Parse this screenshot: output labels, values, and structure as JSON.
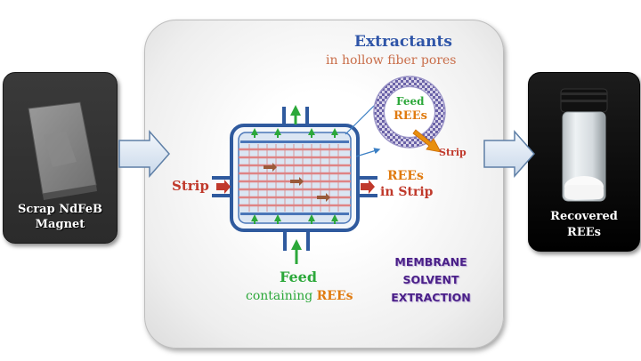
{
  "left_photo": {
    "caption_line1": "Scrap NdFeB",
    "caption_line2": "Magnet"
  },
  "right_photo": {
    "caption_line1": "Recovered",
    "caption_line2": "REEs"
  },
  "extractants": {
    "title": "Extractants",
    "subtitle": "in hollow fiber pores"
  },
  "fiber_cross_section": {
    "feed": "Feed",
    "rees": "REEs",
    "strip": "Strip"
  },
  "module": {
    "strip_in": "Strip",
    "rees_out_line1": "REEs",
    "rees_out_line2": "in Strip",
    "feed_in": "Feed",
    "feed_sub_prefix": "containing ",
    "feed_sub_rees": "REEs"
  },
  "process_name": {
    "line1": "MEMBRANE",
    "line2": "SOLVENT",
    "line3": "EXTRACTION"
  },
  "colors": {
    "module_blue": "#2f5a9e",
    "feed_green": "#2ca83a",
    "strip_red": "#c0392b",
    "rees_orange": "#e07b10",
    "title_blue": "#2f55a8",
    "arrow_fill": "#dfe8f3"
  }
}
